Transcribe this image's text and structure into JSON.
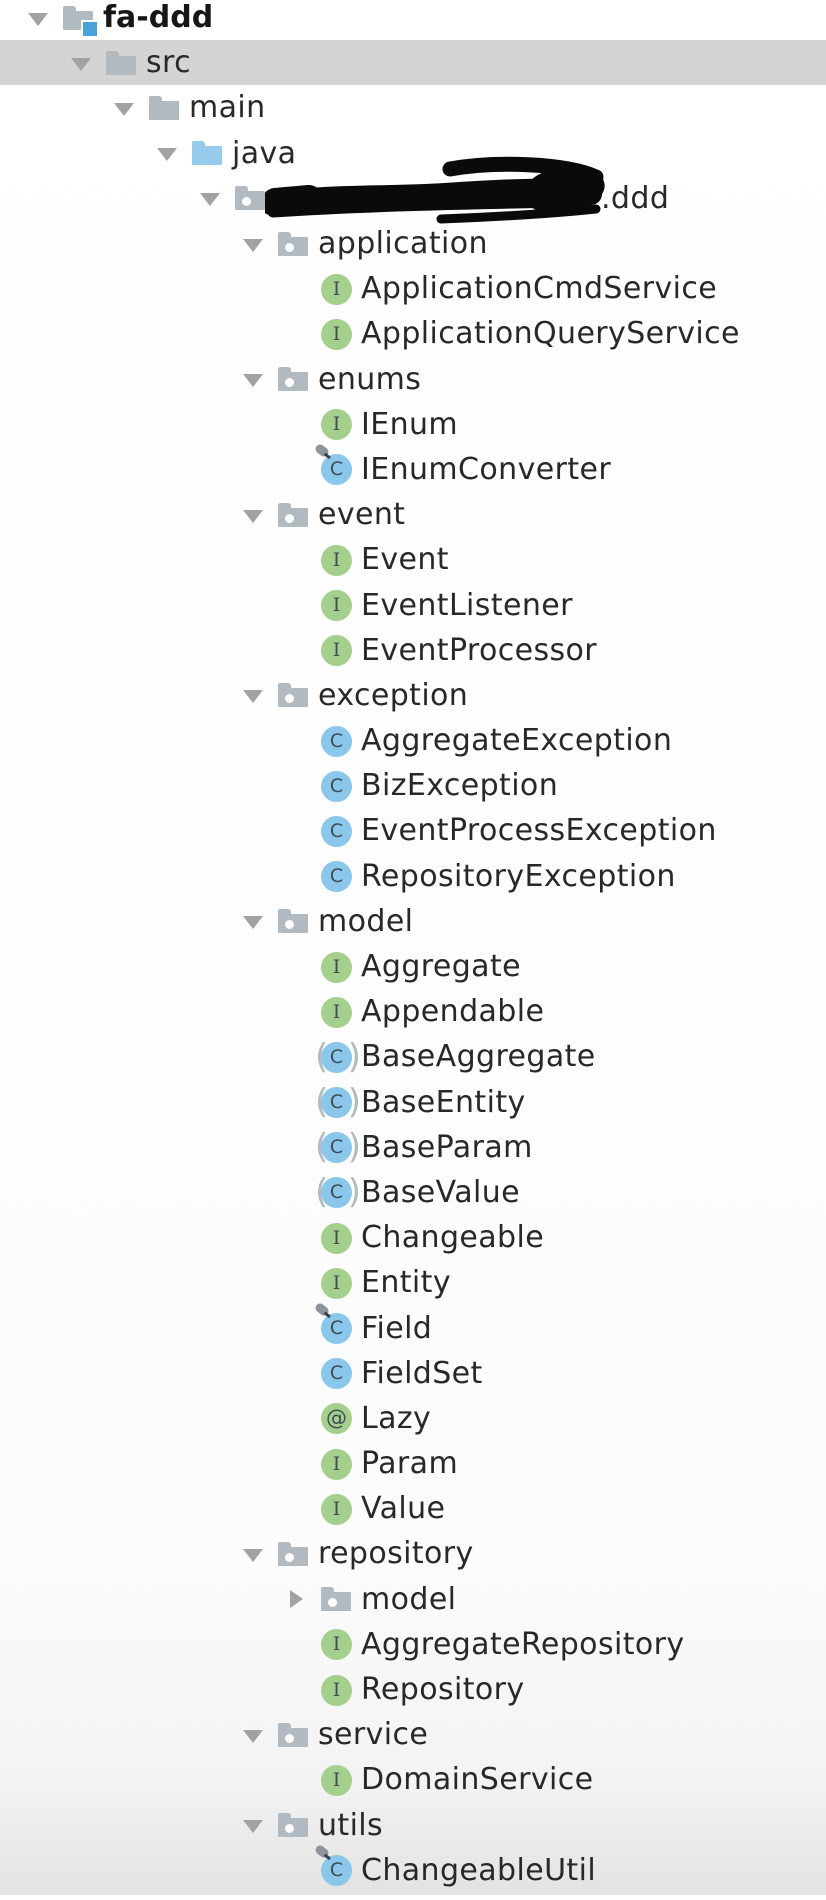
{
  "panel": {
    "description_label": "Project tree"
  },
  "colors": {
    "selected_row": "#d4d4d4",
    "expander": "#a2a2a2",
    "folder": "#b1bac1",
    "source_folder": "#97cbec",
    "project_badge": "#4aa2d8",
    "interface_bg": "#a5cf8c",
    "class_bg": "#8ac7ea",
    "glyph": "#3f4c55",
    "paren": "#b3bbc2",
    "pin": "#8d949b",
    "label": "#282828",
    "redaction": "#0a0a0a"
  },
  "icons": {
    "project-root": {
      "name": "project-folder-icon"
    },
    "folder": {
      "name": "folder-icon"
    },
    "source-folder": {
      "name": "source-root-folder-icon"
    },
    "package": {
      "name": "package-icon",
      "dot": true
    },
    "interface": {
      "name": "interface-icon",
      "glyph": "I"
    },
    "class": {
      "name": "class-icon",
      "glyph": "C"
    },
    "abstract-class": {
      "name": "abstract-class-icon",
      "glyph": "C",
      "parens": [
        "(",
        ")"
      ]
    },
    "class-final": {
      "name": "final-class-icon",
      "glyph": "C",
      "pin": true
    },
    "annotation": {
      "name": "annotation-icon",
      "glyph": "@"
    }
  },
  "tree": {
    "rows": [
      {
        "label": "fa-ddd",
        "level": 0,
        "icon": "project-root",
        "expander": "expanded",
        "bold": true
      },
      {
        "label": "src",
        "level": 1,
        "icon": "folder",
        "expander": "expanded",
        "selected": true
      },
      {
        "label": "main",
        "level": 2,
        "icon": "folder",
        "expander": "expanded"
      },
      {
        "label": "java",
        "level": 3,
        "icon": "source-folder",
        "expander": "expanded"
      },
      {
        "label": ".ddd",
        "level": 4,
        "icon": "package",
        "expander": "expanded",
        "redacted": true
      },
      {
        "label": "application",
        "level": 5,
        "icon": "package",
        "expander": "expanded"
      },
      {
        "label": "ApplicationCmdService",
        "level": 6,
        "icon": "interface"
      },
      {
        "label": "ApplicationQueryService",
        "level": 6,
        "icon": "interface"
      },
      {
        "label": "enums",
        "level": 5,
        "icon": "package",
        "expander": "expanded"
      },
      {
        "label": "IEnum",
        "level": 6,
        "icon": "interface"
      },
      {
        "label": "IEnumConverter",
        "level": 6,
        "icon": "class-final"
      },
      {
        "label": "event",
        "level": 5,
        "icon": "package",
        "expander": "expanded"
      },
      {
        "label": "Event",
        "level": 6,
        "icon": "interface"
      },
      {
        "label": "EventListener",
        "level": 6,
        "icon": "interface"
      },
      {
        "label": "EventProcessor",
        "level": 6,
        "icon": "interface"
      },
      {
        "label": "exception",
        "level": 5,
        "icon": "package",
        "expander": "expanded"
      },
      {
        "label": "AggregateException",
        "level": 6,
        "icon": "class"
      },
      {
        "label": "BizException",
        "level": 6,
        "icon": "class"
      },
      {
        "label": "EventProcessException",
        "level": 6,
        "icon": "class"
      },
      {
        "label": "RepositoryException",
        "level": 6,
        "icon": "class"
      },
      {
        "label": "model",
        "level": 5,
        "icon": "package",
        "expander": "expanded"
      },
      {
        "label": "Aggregate",
        "level": 6,
        "icon": "interface"
      },
      {
        "label": "Appendable",
        "level": 6,
        "icon": "interface"
      },
      {
        "label": "BaseAggregate",
        "level": 6,
        "icon": "abstract-class"
      },
      {
        "label": "BaseEntity",
        "level": 6,
        "icon": "abstract-class"
      },
      {
        "label": "BaseParam",
        "level": 6,
        "icon": "abstract-class"
      },
      {
        "label": "BaseValue",
        "level": 6,
        "icon": "abstract-class"
      },
      {
        "label": "Changeable",
        "level": 6,
        "icon": "interface"
      },
      {
        "label": "Entity",
        "level": 6,
        "icon": "interface"
      },
      {
        "label": "Field",
        "level": 6,
        "icon": "class-final"
      },
      {
        "label": "FieldSet",
        "level": 6,
        "icon": "class"
      },
      {
        "label": "Lazy",
        "level": 6,
        "icon": "annotation"
      },
      {
        "label": "Param",
        "level": 6,
        "icon": "interface"
      },
      {
        "label": "Value",
        "level": 6,
        "icon": "interface"
      },
      {
        "label": "repository",
        "level": 5,
        "icon": "package",
        "expander": "expanded"
      },
      {
        "label": "model",
        "level": 6,
        "icon": "package",
        "expander": "collapsed"
      },
      {
        "label": "AggregateRepository",
        "level": 6,
        "icon": "interface"
      },
      {
        "label": "Repository",
        "level": 6,
        "icon": "interface"
      },
      {
        "label": "service",
        "level": 5,
        "icon": "package",
        "expander": "expanded"
      },
      {
        "label": "DomainService",
        "level": 6,
        "icon": "interface"
      },
      {
        "label": "utils",
        "level": 5,
        "icon": "package",
        "expander": "expanded"
      },
      {
        "label": "ChangeableUtil",
        "level": 6,
        "icon": "class-final"
      }
    ]
  }
}
